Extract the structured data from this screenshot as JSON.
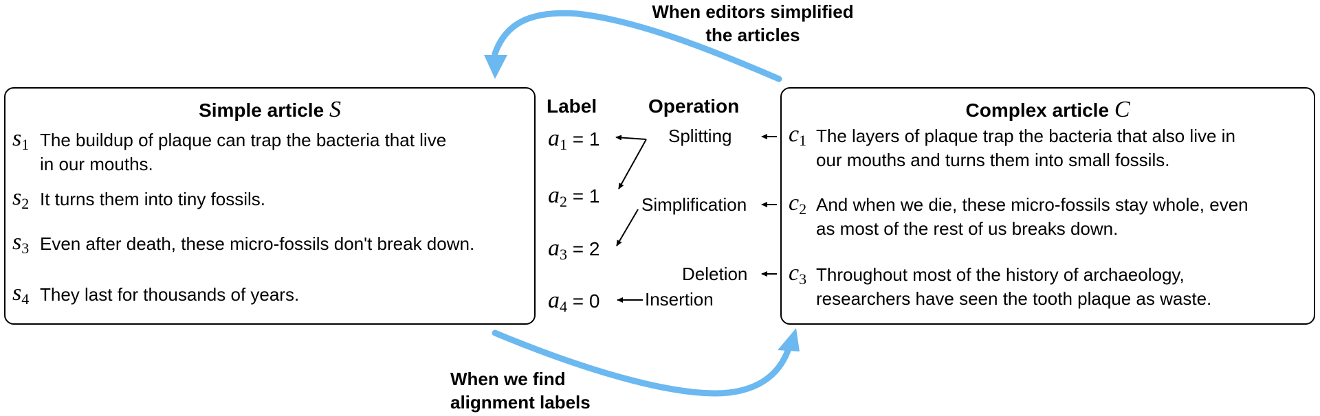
{
  "captions": {
    "top_line1": "When editors simplified",
    "top_line2": "the articles",
    "bottom_line1": "When we find",
    "bottom_line2": "alignment labels"
  },
  "simple_article": {
    "title": "Simple article",
    "symbol": "S",
    "sentences": [
      {
        "var": "s",
        "sub": "1",
        "lines": [
          "The buildup of plaque can trap the bacteria that live",
          "in our mouths."
        ]
      },
      {
        "var": "s",
        "sub": "2",
        "lines": [
          "It turns them into tiny fossils."
        ]
      },
      {
        "var": "s",
        "sub": "3",
        "lines": [
          "Even after death, these micro-fossils don't break down."
        ]
      },
      {
        "var": "s",
        "sub": "4",
        "lines": [
          "They last for thousands of years."
        ]
      }
    ]
  },
  "complex_article": {
    "title": "Complex article",
    "symbol": "C",
    "sentences": [
      {
        "var": "c",
        "sub": "1",
        "lines": [
          "The layers of plaque trap the bacteria that also live in",
          "our mouths and turns them into small fossils."
        ]
      },
      {
        "var": "c",
        "sub": "2",
        "lines": [
          "And when we die, these micro-fossils stay whole, even",
          "as most of the rest of us breaks down."
        ]
      },
      {
        "var": "c",
        "sub": "3",
        "lines": [
          "Throughout most of the history of archaeology,",
          "researchers have seen the tooth plaque as waste."
        ]
      }
    ]
  },
  "label_column": {
    "header": "Label",
    "items": [
      {
        "var": "a",
        "sub": "1",
        "value": "= 1"
      },
      {
        "var": "a",
        "sub": "2",
        "value": "= 1"
      },
      {
        "var": "a",
        "sub": "3",
        "value": "= 2"
      },
      {
        "var": "a",
        "sub": "4",
        "value": "= 0"
      }
    ]
  },
  "operation_column": {
    "header": "Operation",
    "items": [
      "Splitting",
      "Simplification",
      "Deletion",
      "Insertion"
    ]
  },
  "colors": {
    "accent_arrow": "#6CB8F0",
    "border": "#000000",
    "text": "#000000"
  }
}
